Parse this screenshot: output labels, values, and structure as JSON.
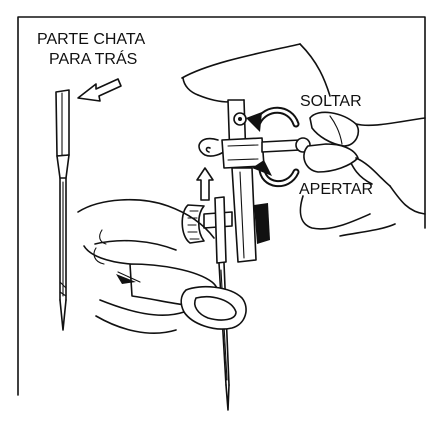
{
  "labels": {
    "flat_side_line1": "PARTE CHATA",
    "flat_side_line2": "PARA TRÁS",
    "loosen": "SOLTAR",
    "tighten": "APERTAR"
  }
}
